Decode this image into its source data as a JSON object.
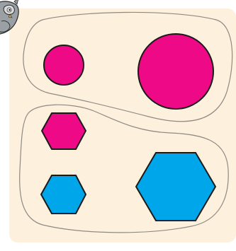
{
  "colors": {
    "panel_background": "#fdf0dc",
    "magenta": "#ee0a86",
    "cyan": "#00a6ea",
    "outline": "#1a1a1a",
    "group_border": "#8f8a86"
  },
  "groups": [
    {
      "name": "circles-group",
      "shapes": [
        {
          "name": "small-magenta-circle",
          "shape": "circle",
          "color": "magenta",
          "size": "small"
        },
        {
          "name": "large-magenta-circle",
          "shape": "circle",
          "color": "magenta",
          "size": "large"
        }
      ]
    },
    {
      "name": "hexagons-group",
      "shapes": [
        {
          "name": "small-magenta-hexagon",
          "shape": "hexagon",
          "color": "magenta",
          "size": "small"
        },
        {
          "name": "small-cyan-hexagon",
          "shape": "hexagon",
          "color": "cyan",
          "size": "small"
        },
        {
          "name": "large-cyan-hexagon",
          "shape": "hexagon",
          "color": "cyan",
          "size": "large"
        }
      ]
    }
  ],
  "mascot_icon": "owl-mascot-icon"
}
